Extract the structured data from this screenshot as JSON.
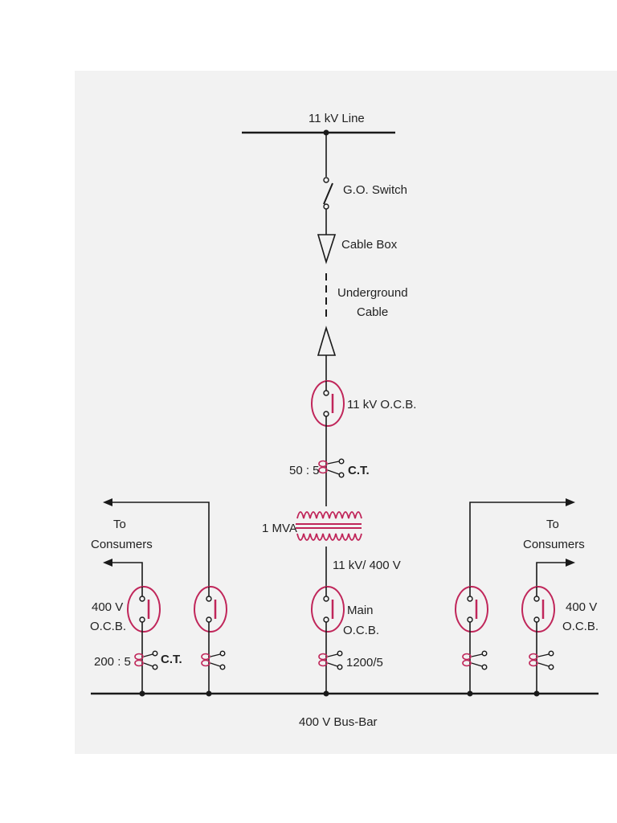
{
  "colors": {
    "panel_bg": "#f2f2f2",
    "line": "#1a1a1a",
    "accent": "#c0265a",
    "text": "#222222"
  },
  "labels": {
    "line_11kv": "11 kV Line",
    "go_switch": "G.O. Switch",
    "cable_box": "Cable Box",
    "underground_1": "Underground",
    "underground_2": "Cable",
    "ocb_11kv": "11 kV O.C.B.",
    "ct_ratio_top": "50 : 5",
    "ct_top": "C.T.",
    "transformer_rating": "1 MVA",
    "transformer_voltage": "11 kV/ 400 V",
    "main_ocb_1": "Main",
    "main_ocb_2": "O.C.B.",
    "ct_main_ratio": "1200/5",
    "to_left_1": "To",
    "to_left_2": "Consumers",
    "to_right_1": "To",
    "to_right_2": "Consumers",
    "ocb_left_1": "400 V",
    "ocb_left_2": "O.C.B.",
    "ct_left_ratio": "200 : 5",
    "ct_left": "C.T.",
    "ocb_right_1": "400 V",
    "ocb_right_2": "O.C.B.",
    "busbar": "400 V Bus-Bar"
  },
  "icons": [
    "switch-icon",
    "cable-box-icon",
    "circuit-breaker-icon",
    "current-transformer-icon",
    "transformer-icon",
    "arrow-icon"
  ]
}
